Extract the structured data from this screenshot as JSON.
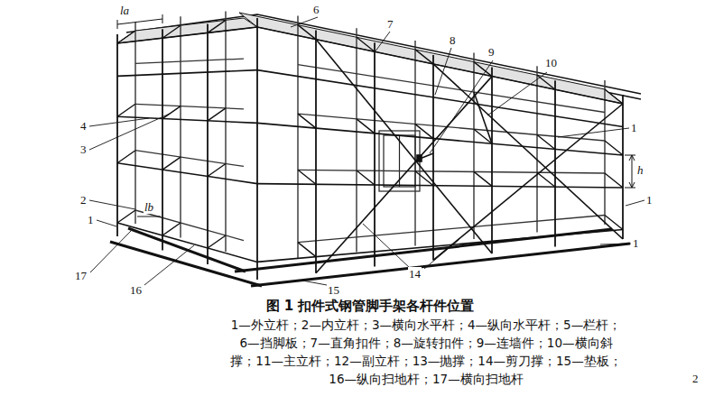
{
  "diagram": {
    "caption": "图 1 扣件式钢管脚手架各杆件位置",
    "labels": [
      "6",
      "7",
      "8",
      "9",
      "10",
      "4",
      "3",
      "1",
      "h",
      "1",
      "2",
      "1",
      "1",
      "lb",
      "la",
      "17",
      "16",
      "15",
      "14",
      "2",
      "1—外立杆；2—内立杆；3—横向水平杆；4—纵向水平杆；5—栏杆；",
      "6—挡脚板；7—直角扣件；8—旋转扣件；9—连墙件；10—横向斜",
      "撑；11—主立杆；12—副立杆；13—抛撑；14—剪刀撑；15—垫板；",
      "16—纵向扫地杆；17—横向扫地杆"
    ]
  }
}
